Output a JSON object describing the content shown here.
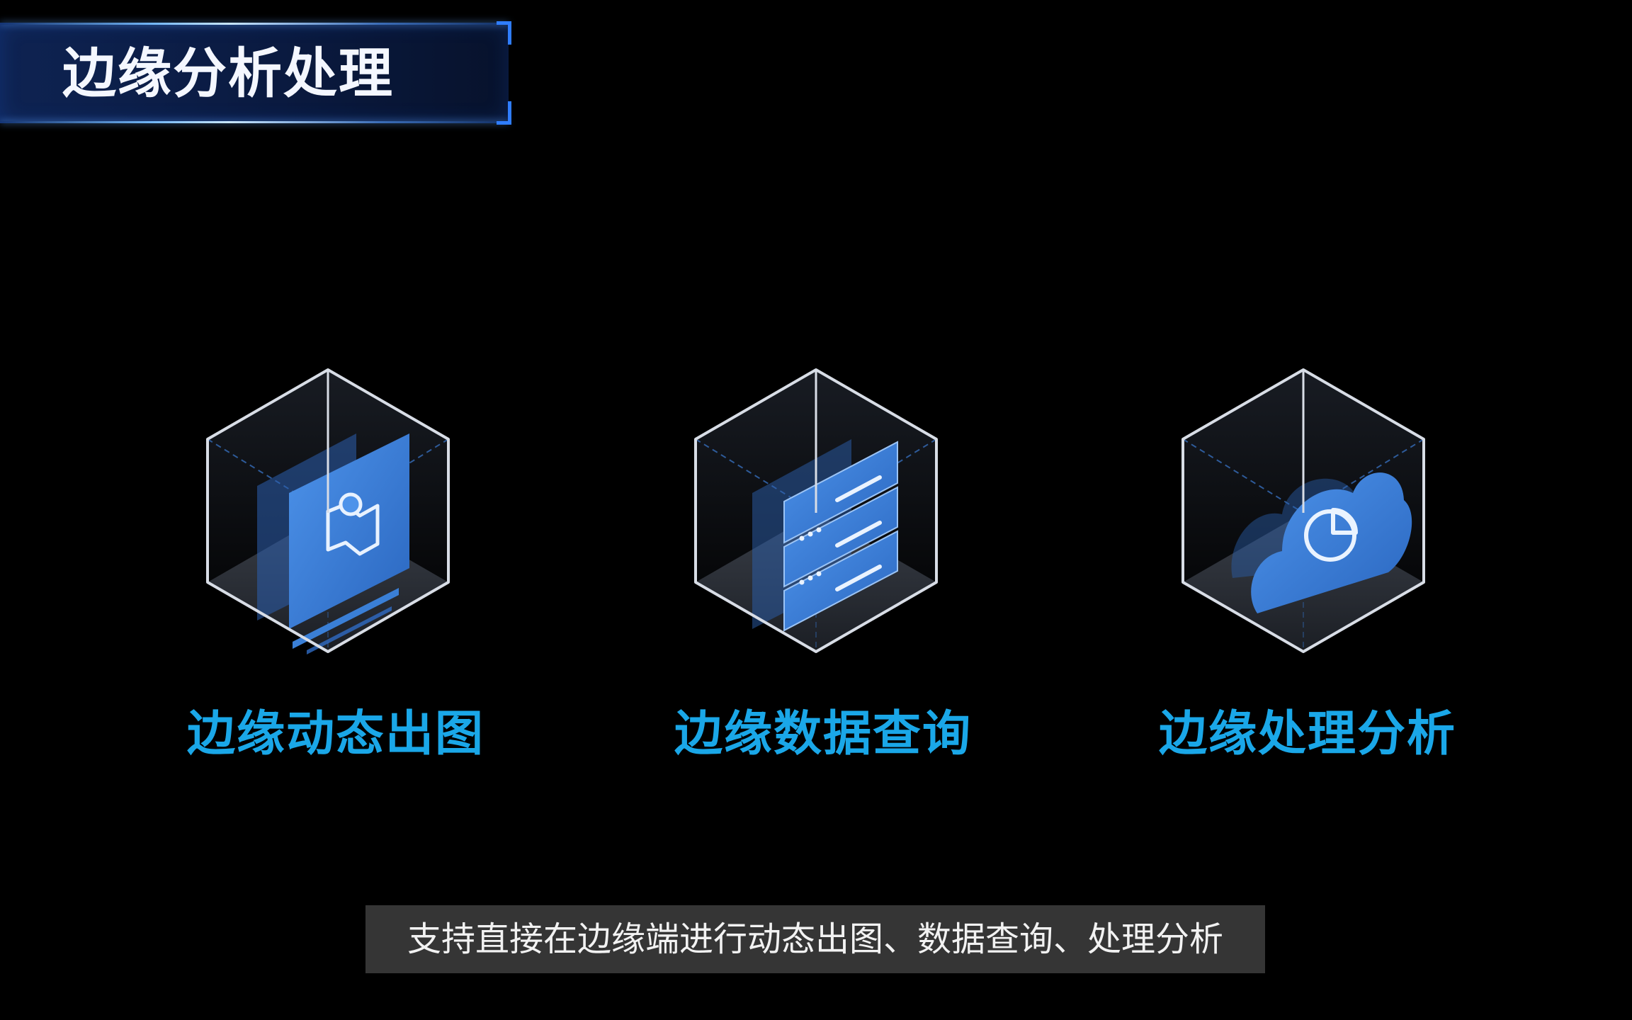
{
  "header": {
    "title": "边缘分析处理"
  },
  "features": [
    {
      "label": "边缘动态出图",
      "icon": "map-pin-document-icon"
    },
    {
      "label": "边缘数据查询",
      "icon": "database-list-icon"
    },
    {
      "label": "边缘处理分析",
      "icon": "cloud-pie-chart-icon"
    }
  ],
  "caption": {
    "text": "支持直接在边缘端进行动态出图、数据查询、处理分析"
  },
  "colors": {
    "background": "#000000",
    "accent": "#1aa7e8",
    "icon_blue": "#3a7fd6",
    "banner": "#0e2352"
  }
}
